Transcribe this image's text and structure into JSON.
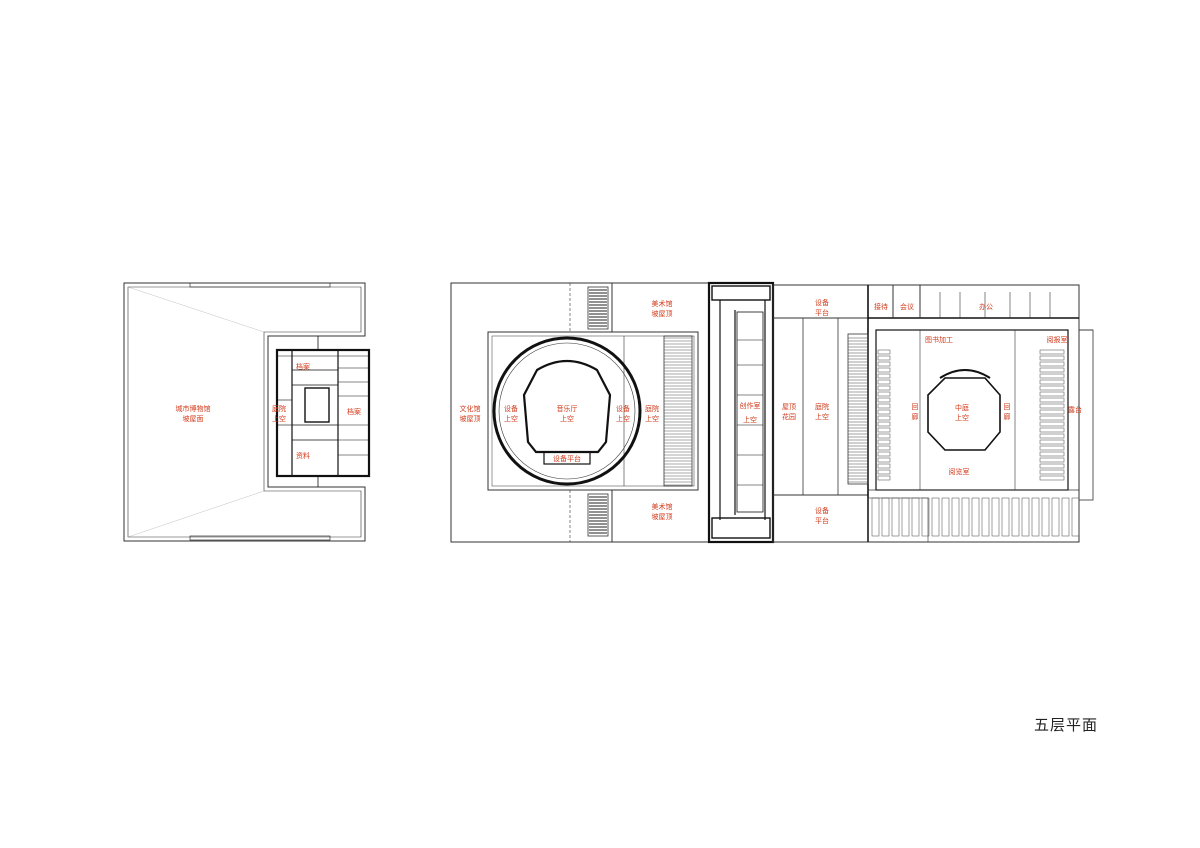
{
  "drawing_title": "五层平面",
  "colors": {
    "line": "#333333",
    "wall": "#111111",
    "label": "#d2391a",
    "background": "#ffffff"
  },
  "labels": {
    "museum_roof": [
      "城市博物馆",
      "坡屋面"
    ],
    "archive_1": "档案",
    "archive_2": "档案",
    "courtyard_void": [
      "庭院",
      "上空"
    ],
    "materials": "资料",
    "culture_roof": [
      "文化馆",
      "坡屋顶"
    ],
    "equip_void_left": [
      "设备",
      "上空"
    ],
    "concert_void": [
      "音乐厅",
      "上空"
    ],
    "equip_void_right": [
      "设备",
      "上空"
    ],
    "courtyard_void_2": [
      "庭院",
      "上空"
    ],
    "equip_platform_stage": "设备平台",
    "art_roof_top": [
      "美术馆",
      "坡屋顶"
    ],
    "art_roof_bottom": [
      "美术馆",
      "坡屋顶"
    ],
    "studio": "创作室",
    "void_small": "上空",
    "roof_garden": [
      "屋顶",
      "花园"
    ],
    "courtyard_void_3": [
      "庭院",
      "上空"
    ],
    "equip_platform_top": [
      "设备",
      "平台"
    ],
    "equip_platform_bottom": [
      "设备",
      "平台"
    ],
    "reception": "接待",
    "meeting": "会议",
    "office": "办公",
    "book_processing": "图书加工",
    "corridor_left": [
      "回",
      "廊"
    ],
    "central_void": [
      "中庭",
      "上空"
    ],
    "corridor_right": [
      "回",
      "廊"
    ],
    "reading_room": "阅览室",
    "terrace": "露台",
    "small_label": "阅报室"
  }
}
